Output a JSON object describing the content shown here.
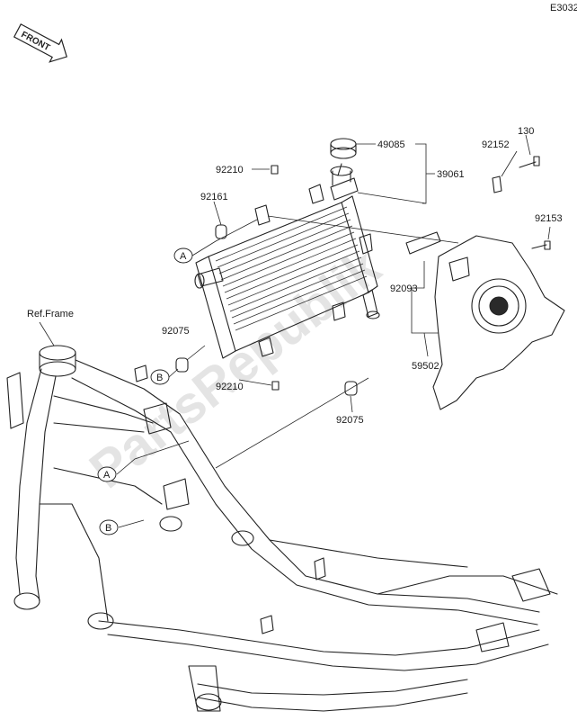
{
  "diagram_code": "E3032",
  "front_badge": "FRONT",
  "watermark": "PartsRepublik",
  "ref_frame_label": "Ref.Frame",
  "callouts": {
    "a": "A",
    "b": "B"
  },
  "parts": {
    "p49085": "49085",
    "p39061": "39061",
    "p130": "130",
    "p92152": "92152",
    "p92153": "92153",
    "p92210_top": "92210",
    "p92161": "92161",
    "p92093": "92093",
    "p59502": "59502",
    "p92075_left": "92075",
    "p92210_bottom": "92210",
    "p92075_bottom": "92075"
  }
}
